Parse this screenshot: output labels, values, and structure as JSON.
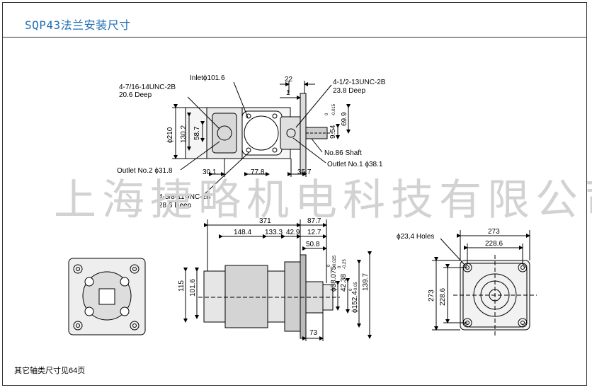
{
  "header": {
    "title": "SQP43法兰安装尺寸"
  },
  "watermark": "上海捷略机电科技有限公司",
  "footer": {
    "note": "其它轴类尺寸见64页"
  },
  "top_view": {
    "inlet": "Inletϕ101.6",
    "port_thread_left": "4-7/16-14UNC-2B",
    "port_thread_left_depth": "20.6 Deep",
    "port_thread_right": "4-1/2-13UNC-2B",
    "port_thread_right_depth": "23.8 Deep",
    "dim_22": "22",
    "dim_1": "1",
    "dim_210": "ϕ210",
    "dim_130_2": "130.2",
    "dim_58_7": "58.7",
    "dim_9_54": "9.54",
    "dim_9_54_tol_upper": "0",
    "dim_9_54_tol_lower": "-0.015",
    "dim_69_9": "69.9",
    "shaft": "No.86 Shaft",
    "outlet1": "Outlet No.1 ϕ38.1",
    "outlet2": "Outlet No.2 ϕ31.8",
    "dim_30_1": "30.1",
    "dim_77_8": "77.8",
    "dim_35_7": "35.7",
    "port_thread_bottom": "4-5/8-11UNC-2B",
    "port_thread_bottom_depth": "28.6 Deep"
  },
  "side_view": {
    "dim_371": "371",
    "dim_87_7": "87.7",
    "dim_148_4": "148.4",
    "dim_133_3": "133.3",
    "dim_42_9": "42.9",
    "dim_12_7": "12.7",
    "dim_50_8": "50.8",
    "dim_115": "115",
    "dim_101_6": "101.6",
    "dim_38_075": "ϕ38.075",
    "dim_38_075_tol_upper": "0",
    "dim_38_075_tol_lower": "-0.025",
    "dim_42_38": "42.38",
    "dim_42_38_tol_upper": "0",
    "dim_42_38_tol_lower": "-0.25",
    "dim_152_4": "ϕ152.4",
    "dim_152_4_tol_upper": "0",
    "dim_152_4_tol_lower": "-0.05",
    "dim_139_7": "139.7",
    "dim_73": "73"
  },
  "front_view": {
    "holes": "ϕ23,4 Holes",
    "dim_273_top": "273",
    "dim_228_6_top": "228.6",
    "dim_273_left": "273",
    "dim_228_6_left": "228.6"
  }
}
